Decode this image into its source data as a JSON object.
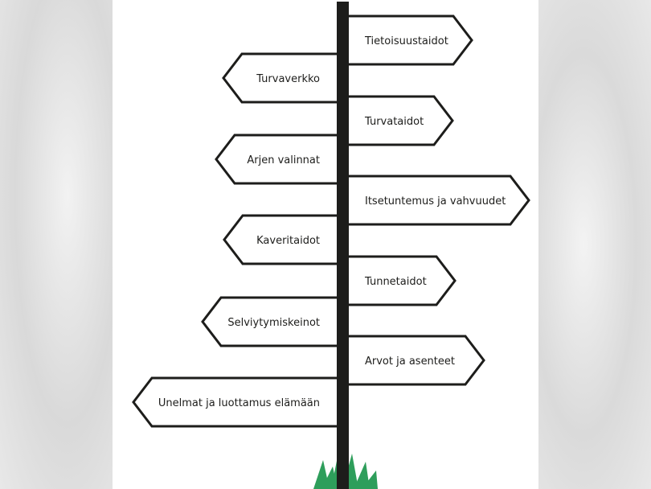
{
  "signs": [
    {
      "label": "Tietoisuustaidot",
      "dir": "right"
    },
    {
      "label": "Turvaverkko",
      "dir": "left"
    },
    {
      "label": "Turvataidot",
      "dir": "right"
    },
    {
      "label": "Arjen valinnat",
      "dir": "left"
    },
    {
      "label": "Itsetuntemus ja vahvuudet",
      "dir": "right"
    },
    {
      "label": "Kaveritaidot",
      "dir": "left"
    },
    {
      "label": "Tunnetaidot",
      "dir": "right"
    },
    {
      "label": "Selviytymiskeinot",
      "dir": "left"
    },
    {
      "label": "Arvot ja asenteet",
      "dir": "right"
    },
    {
      "label": "Unelmat ja luottamus elämään",
      "dir": "left"
    }
  ],
  "colors": {
    "pole": "#1d1d1b",
    "sign_fill": "#ffffff",
    "sign_stroke": "#1d1d1b",
    "grass": "#2e9e5b"
  }
}
